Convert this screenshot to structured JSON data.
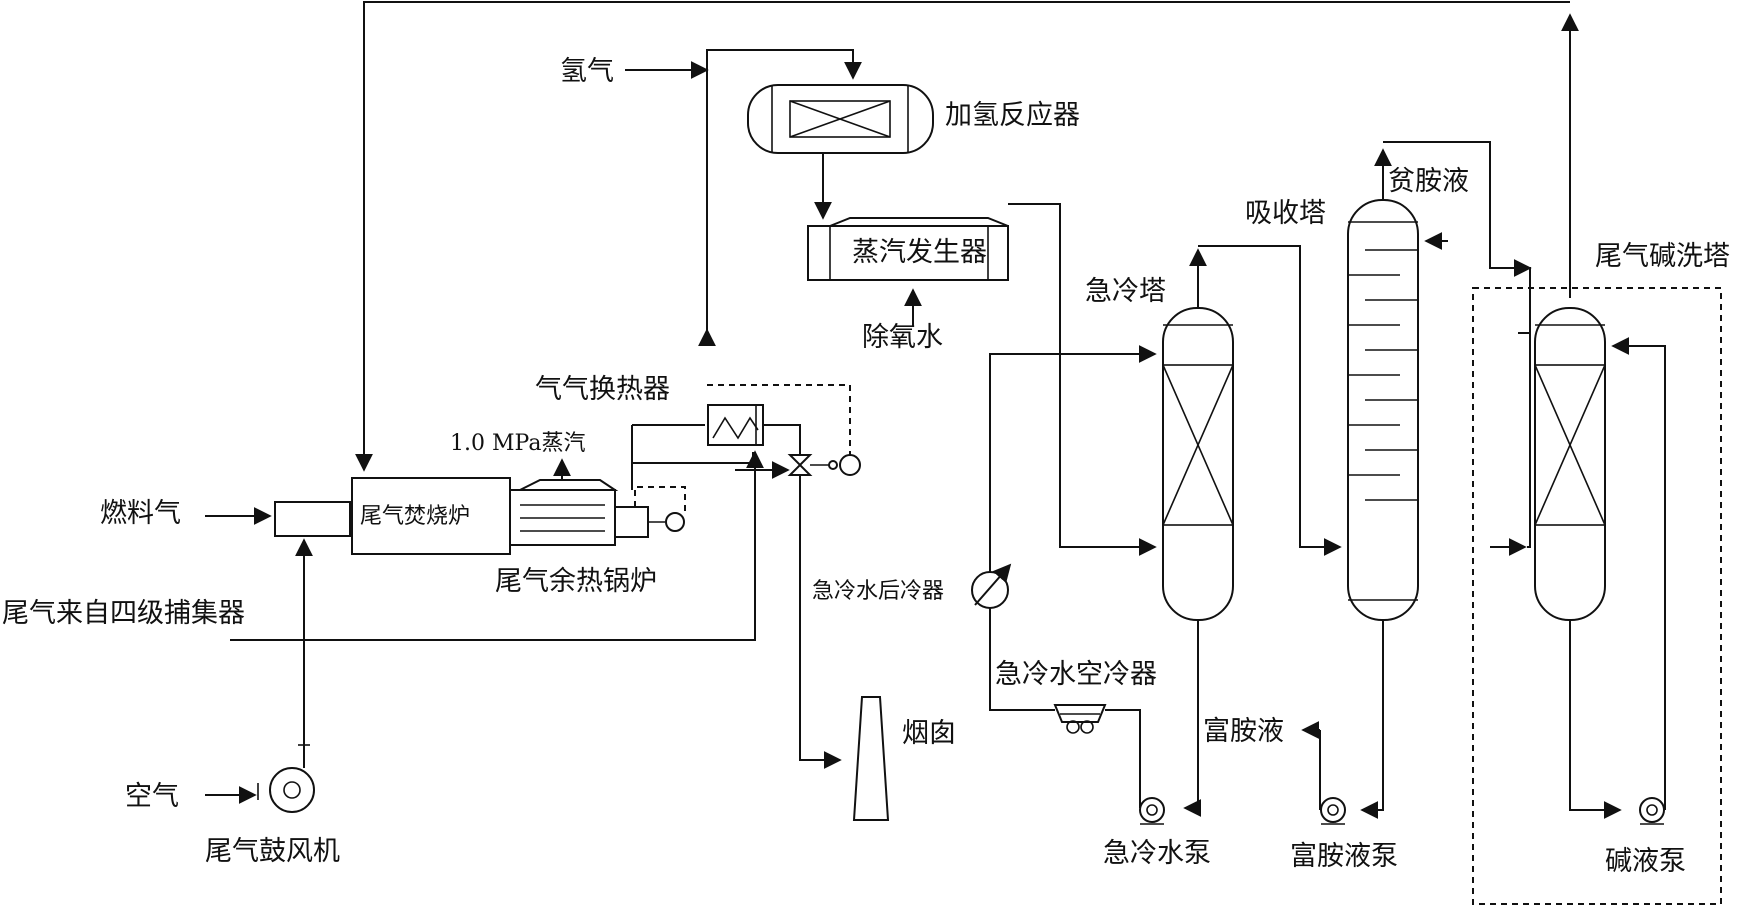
{
  "labels": {
    "hydrogen": "氢气",
    "hydrogenation_reactor": "加氢反应器",
    "steam_generator": "蒸汽发生器",
    "deoxygenated_water": "除氧水",
    "lean_amine": "贫胺液",
    "absorber": "吸收塔",
    "quench_tower": "急冷塔",
    "tail_gas_caustic_scrubber": "尾气碱洗塔",
    "gas_gas_exchanger": "气气换热器",
    "steam_1mpa": "1.0 MPa蒸汽",
    "incinerator": "尾气焚烧炉",
    "fuel_gas": "燃料气",
    "waste_heat_boiler": "尾气余热锅炉",
    "tail_gas_source": "尾气来自四级捕集器",
    "quench_water_aftercooler": "急冷水后冷器",
    "quench_water_air_cooler": "急冷水空冷器",
    "rich_amine": "富胺液",
    "chimney": "烟囱",
    "air": "空气",
    "blower": "尾气鼓风机",
    "quench_water_pump": "急冷水泵",
    "rich_amine_pump": "富胺液泵",
    "caustic_pump": "碱液泵"
  }
}
